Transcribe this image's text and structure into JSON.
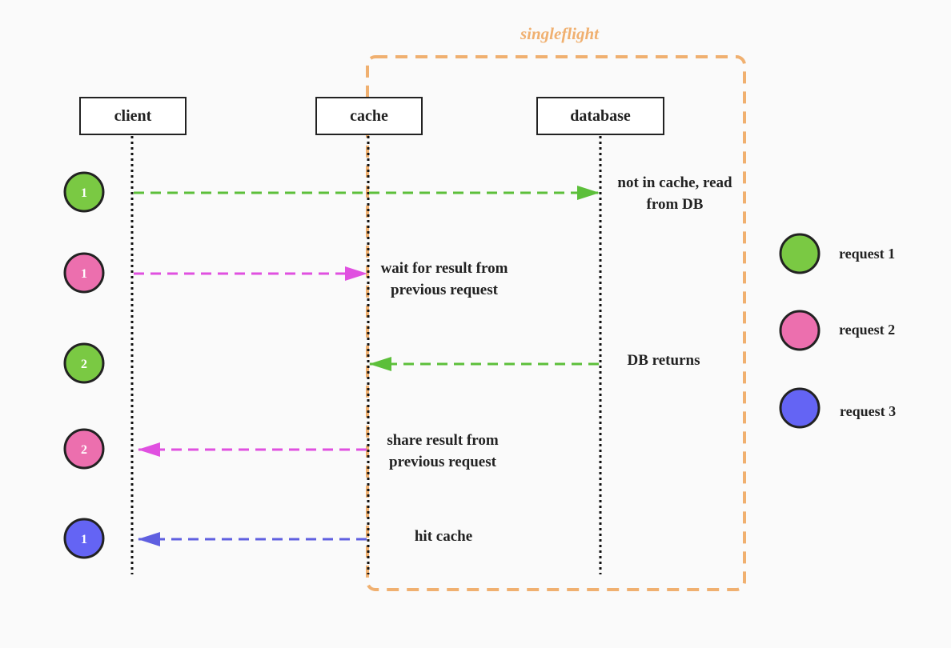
{
  "group": {
    "title": "singleflight"
  },
  "actors": [
    {
      "id": "client",
      "label": "client"
    },
    {
      "id": "cache",
      "label": "cache"
    },
    {
      "id": "database",
      "label": "database"
    }
  ],
  "colors": {
    "request1": "#7ac943",
    "request2": "#ec6fae",
    "request3": "#6464f4",
    "arrow1": "#5cbf3a",
    "arrow2": "#e050e0",
    "arrow3": "#5f5fe0",
    "group": "#f0b070"
  },
  "steps": [
    {
      "request": "request1",
      "number": "1",
      "from": "client",
      "to": "database",
      "label_lines": [
        "not in cache, read",
        "from DB"
      ]
    },
    {
      "request": "request2",
      "number": "1",
      "from": "client",
      "to": "cache",
      "label_lines": [
        "wait for result from",
        "previous request"
      ]
    },
    {
      "request": "request1",
      "number": "2",
      "from": "database",
      "to": "cache",
      "label_lines": [
        "DB returns"
      ]
    },
    {
      "request": "request2",
      "number": "2",
      "from": "cache",
      "to": "client",
      "label_lines": [
        "share result from",
        "previous request"
      ]
    },
    {
      "request": "request3",
      "number": "1",
      "from": "cache",
      "to": "client",
      "label_lines": [
        "hit cache"
      ]
    }
  ],
  "legend": [
    {
      "request": "request1",
      "label": "request 1"
    },
    {
      "request": "request2",
      "label": "request 2"
    },
    {
      "request": "request3",
      "label": "request 3"
    }
  ]
}
